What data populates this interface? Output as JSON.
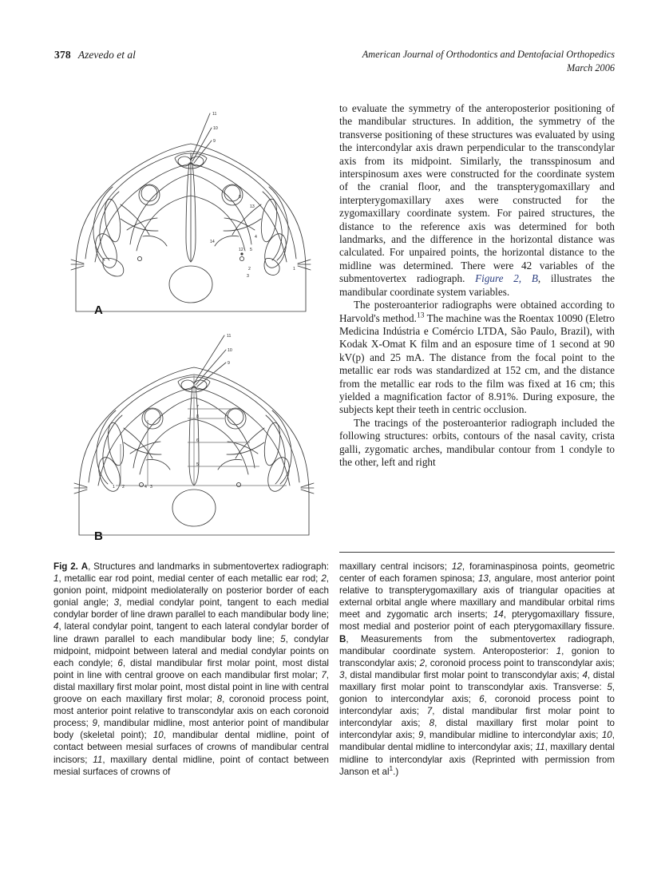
{
  "running_head": {
    "page_number": "378",
    "authors": "Azevedo et al",
    "journal": "American Journal of Orthodontics and Dentofacial Orthopedics",
    "issue_date": "March 2006"
  },
  "body": {
    "paragraph_1": "to evaluate the symmetry of the anteroposterior positioning of the mandibular structures. In addition, the symmetry of the transverse positioning of these structures was evaluated by using the intercondylar axis drawn perpendicular to the transcondylar axis from its midpoint. Similarly, the transspinosum and interspinosum axes were constructed for the coordinate system of the cranial floor, and the transpterygomaxillary and interpterygomaxillary axes were constructed for the zygomaxillary coordinate system. For paired structures, the distance to the reference axis was determined for both landmarks, and the difference in the horizontal distance was calculated. For unpaired points, the horizontal distance to the midline was determined. There were 42 variables of the submentovertex radiograph. ",
    "xref_figure": "Figure 2, B",
    "paragraph_1_tail": ", illustrates the mandibular coordinate system variables.",
    "paragraph_2_a": "The posteroanterior radiographs were obtained according to Harvold",
    "paragraph_2_b": "s method.",
    "paragraph_2_sup": "13",
    "paragraph_2_c": " The machine was the Roentax 10090 (Eletro Medicina Indústria e Comércio LTDA, São Paulo, Brazil), with Kodak X-Omat K film and an esposure time of 1 second at 90 kV(p) and 25 mA. The distance from the focal point to the metallic ear rods was standardized at 152 cm, and the distance from the metallic ear rods to the film was fixed at 16 cm; this yielded a magnification factor of 8.91%. During exposure, the subjects kept their teeth in centric occlusion.",
    "paragraph_3": "The tracings of the posteroanterior radiograph included the following structures: orbits, contours of the nasal cavity, crista galli, zygomatic arches, mandibular contour from 1 condyle to the other, left and right"
  },
  "figure": {
    "panel_a_letter": "A",
    "panel_b_letter": "B",
    "panel_a_labels": [
      "11",
      "10",
      "9",
      "13",
      "14",
      "12",
      "3",
      "1",
      "8"
    ],
    "panel_b_labels": [
      "11",
      "10",
      "9",
      "7",
      "8",
      "6",
      "5",
      "1",
      "2",
      "4",
      "3"
    ]
  },
  "caption": {
    "figure_label": "Fig 2.",
    "panel_a_letter": "A",
    "panel_a_text": ", Structures and landmarks in submentovertex radiograph: ",
    "items_a": [
      {
        "num": "1",
        "text": ", metallic ear rod point, medial center of each metallic ear rod; "
      },
      {
        "num": "2",
        "text": ", gonion point, midpoint mediolaterally on posterior border of each gonial angle; "
      },
      {
        "num": "3",
        "text": ", medial condylar point, tangent to each medial condylar border of line drawn parallel to each mandibular body line; "
      },
      {
        "num": "4",
        "text": ", lateral condylar point, tangent to each lateral condylar border of line drawn parallel to each mandibular body line; "
      },
      {
        "num": "5",
        "text": ", condylar midpoint, midpoint between lateral and medial condylar points on each condyle; "
      },
      {
        "num": "6",
        "text": ", distal mandibular first molar point, most distal point in line with central groove on each mandibular first molar; "
      },
      {
        "num": "7",
        "text": ", distal maxillary first molar point, most distal point in line with central groove on each maxillary first molar; "
      },
      {
        "num": "8",
        "text": ", coronoid process point, most anterior point relative to transcondylar axis on each coronoid process; "
      },
      {
        "num": "9",
        "text": ", mandibular midline, most anterior point of mandibular body (skeletal point); "
      },
      {
        "num": "10",
        "text": ", mandibular dental midline, point of contact between mesial surfaces of crowns of mandibular central incisors; "
      },
      {
        "num": "11",
        "text": ", maxillary dental midline, point of contact between mesial surfaces of crowns of maxillary central incisors; "
      },
      {
        "num": "12",
        "text": ", foraminaspinosa points, geometric center of each foramen spinosa; "
      },
      {
        "num": "13",
        "text": ", angulare, most anterior point relative to transpterygomaxillary axis of triangular opacities at external orbital angle where maxillary and mandibular orbital rims meet and zygomatic arch inserts; "
      },
      {
        "num": "14",
        "text": ", pterygomaxillary fissure, most medial and posterior point of each pterygomaxillary fissure. "
      }
    ],
    "panel_b_letter": "B",
    "panel_b_text": ", Measurements from the submentovertex radiograph, mandibular coordinate system. ",
    "group_anteroposterior": "Anteroposterior: ",
    "items_b_ap": [
      {
        "num": "1",
        "text": ", gonion to transcondylar axis; "
      },
      {
        "num": "2",
        "text": ", coronoid process point to transcondylar axis; "
      },
      {
        "num": "3",
        "text": ", distal mandibular first molar point to transcondylar axis; "
      },
      {
        "num": "4",
        "text": ", distal maxillary first molar point to transcondylar axis. "
      }
    ],
    "group_transverse": "Transverse: ",
    "items_b_tr": [
      {
        "num": "5",
        "text": ", gonion to intercondylar axis; "
      },
      {
        "num": "6",
        "text": ", coronoid process point to intercondylar axis; "
      },
      {
        "num": "7",
        "text": ", distal mandibular first molar point to intercondylar axis; "
      },
      {
        "num": "8",
        "text": ", distal maxillary first molar point to intercondylar axis; "
      },
      {
        "num": "9",
        "text": ", mandibular midline to intercondylar axis; "
      },
      {
        "num": "10",
        "text": ", mandibular dental midline to intercondylar axis; "
      },
      {
        "num": "11",
        "text": ", maxillary dental midline to intercondylar axis "
      }
    ],
    "credit_pre": "(Reprinted with permission from Janson et al",
    "credit_sup": "1",
    "credit_post": ".)",
    "left_column_break_index": 11
  },
  "colors": {
    "text": "#1a1a1a",
    "xref": "#2c3f80",
    "rule": "#3b3b3b",
    "line_art": "#3a3a3a"
  }
}
